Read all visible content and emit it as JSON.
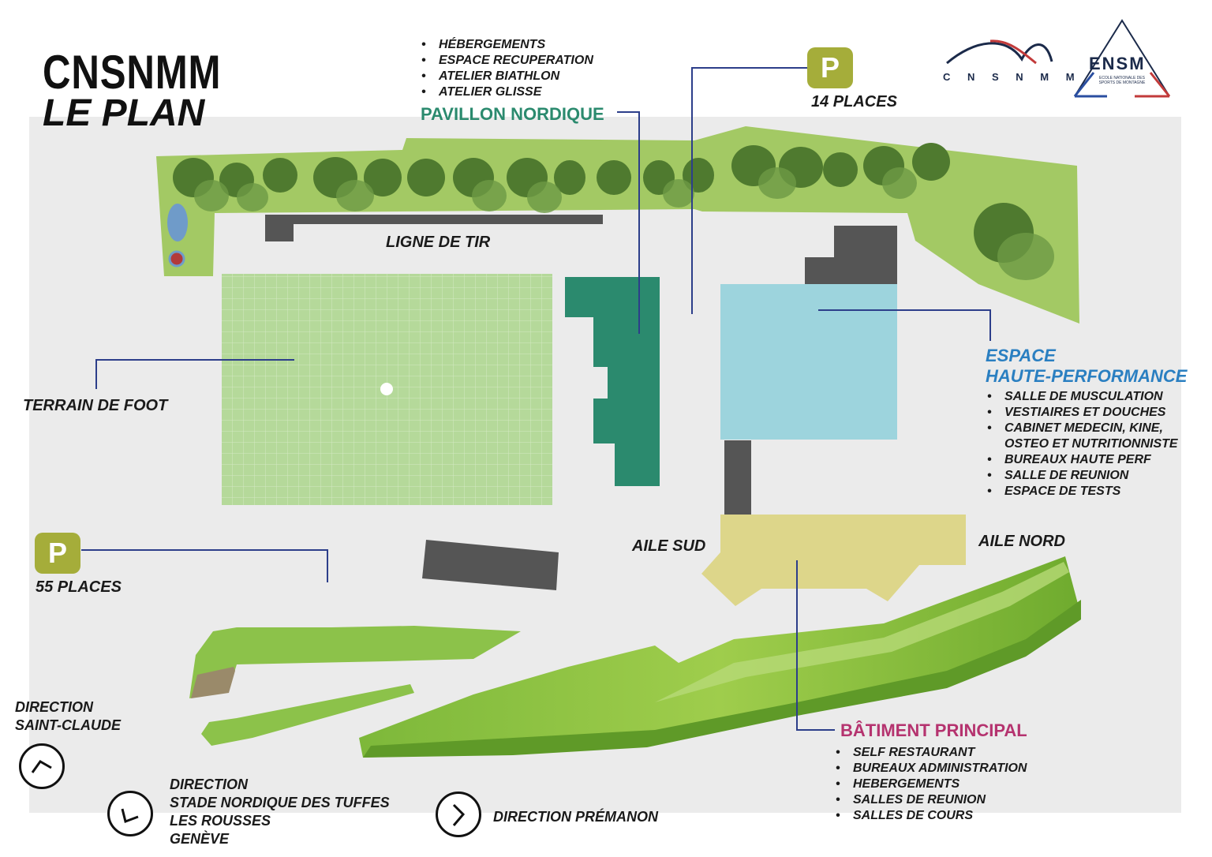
{
  "title": {
    "line1": "CNSNMM",
    "line2": "LE PLAN"
  },
  "logos": {
    "cnsnmm": "C N S N M M",
    "ensm": "ENSM",
    "ensm_sub": "ECOLE NATIONALE DES SPORTS DE MONTAGNE"
  },
  "pavillon": {
    "items": [
      "HÉBERGEMENTS",
      "ESPACE RECUPERATION",
      "ATELIER BIATHLON",
      "ATELIER GLISSE"
    ],
    "heading": "PAVILLON NORDIQUE"
  },
  "parking_top": {
    "icon": "P",
    "label": "14 PLACES"
  },
  "parking_left": {
    "icon": "P",
    "label": "55 PLACES"
  },
  "ligne_de_tir": "LIGNE DE TIR",
  "terrain_foot": "TERRAIN DE FOOT",
  "espace_hp": {
    "heading_line1": "ESPACE",
    "heading_line2": "HAUTE-PERFORMANCE",
    "items": [
      "SALLE DE MUSCULATION",
      "VESTIAIRES ET DOUCHES",
      "CABINET MEDECIN, KINE,",
      "OSTEO ET NUTRITIONNISTE",
      "BUREAUX HAUTE PERF",
      "SALLE DE REUNION",
      "ESPACE DE TESTS"
    ]
  },
  "aile_sud": "AILE SUD",
  "aile_nord": "AILE NORD",
  "batiment": {
    "heading": "BÂTIMENT PRINCIPAL",
    "items": [
      "SELF RESTAURANT",
      "BUREAUX ADMINISTRATION",
      "HEBERGEMENTS",
      "SALLES DE REUNION",
      "SALLES DE COURS"
    ]
  },
  "direction_saint_claude": {
    "line1": "DIRECTION",
    "line2": "SAINT-CLAUDE"
  },
  "direction_tuffes": {
    "lines": [
      "DIRECTION",
      "STADE NORDIQUE DES TUFFES",
      "LES ROUSSES",
      "GENÈVE"
    ]
  },
  "direction_premanon": "DIRECTION PRÉMANON",
  "colors": {
    "pavillon": "#2b8a6e",
    "espace_hp": "#9dd4dd",
    "batiment": "#ddd68a",
    "building_grey": "#555555",
    "grass": "#a3c964",
    "foot": "#b5d99a",
    "parking": "#a5ad3a",
    "line": "#2c3e8a",
    "heading_blue": "#2a7fc1",
    "heading_pink": "#b5336f"
  }
}
